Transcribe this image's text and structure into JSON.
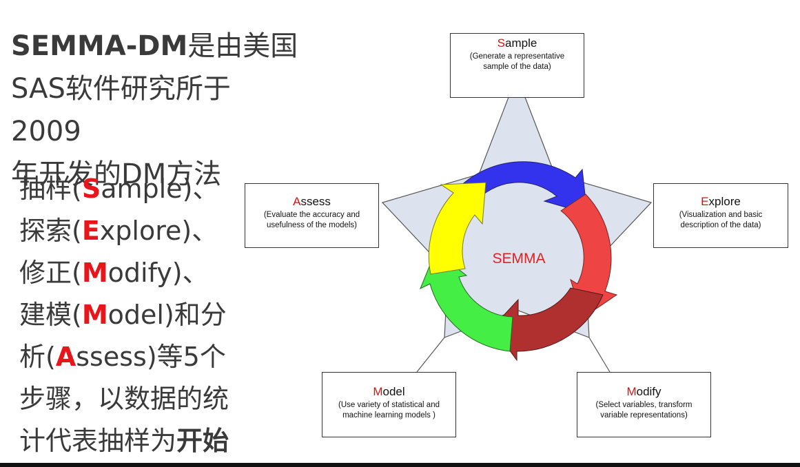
{
  "left_panel": {
    "title_bold": "SEMMA-DM",
    "title_line1_rest": "是由美国",
    "title_line2": "SAS软件研究所于2009",
    "title_line3": "年开发的DM方法",
    "steps": [
      {
        "prefix": "抽样(",
        "letter": "S",
        "rest": "ample)、"
      },
      {
        "prefix": "探索(",
        "letter": "E",
        "rest": "xplore)、"
      },
      {
        "prefix": "修正(",
        "letter": "M",
        "rest": "odify)、"
      },
      {
        "prefix": "建模(",
        "letter": "M",
        "rest": "odel)和分"
      },
      {
        "prefix": "析(",
        "letter": "A",
        "rest": "ssess)等5个"
      }
    ],
    "line_6": "步骤，以数据的统",
    "line_7_normal": "计代表抽样为",
    "line_7_bold": "开始"
  },
  "diagram": {
    "center_label": "SEMMA",
    "stages": {
      "sample": {
        "first": "S",
        "rest": "ample",
        "desc_line1": "(Generate a representative",
        "desc_line2": "sample of the data)"
      },
      "explore": {
        "first": "E",
        "rest": "xplore",
        "desc_line1": "(Visualization and basic",
        "desc_line2": "description of the data)"
      },
      "modify": {
        "first": "M",
        "rest": "odify",
        "desc_line1": "(Select variables, transform",
        "desc_line2": "variable representations)"
      },
      "model": {
        "first": "M",
        "rest": "odel",
        "desc_line1": "(Use variety of statistical and",
        "desc_line2": "machine learning models )"
      },
      "assess": {
        "first": "A",
        "rest": "ssess",
        "desc_line1": "(Evaluate the accuracy and",
        "desc_line2": "usefulness of the models)"
      }
    },
    "colors": {
      "star_fill": "#dde3ee",
      "star_stroke": "#555555",
      "arrow_sample": "#3333ee",
      "arrow_explore": "#ee4444",
      "arrow_modify": "#b03030",
      "arrow_model": "#44ee44",
      "arrow_assess": "#ffff00",
      "center_text": "#dd2222",
      "accent_red": "#e8151b"
    }
  }
}
